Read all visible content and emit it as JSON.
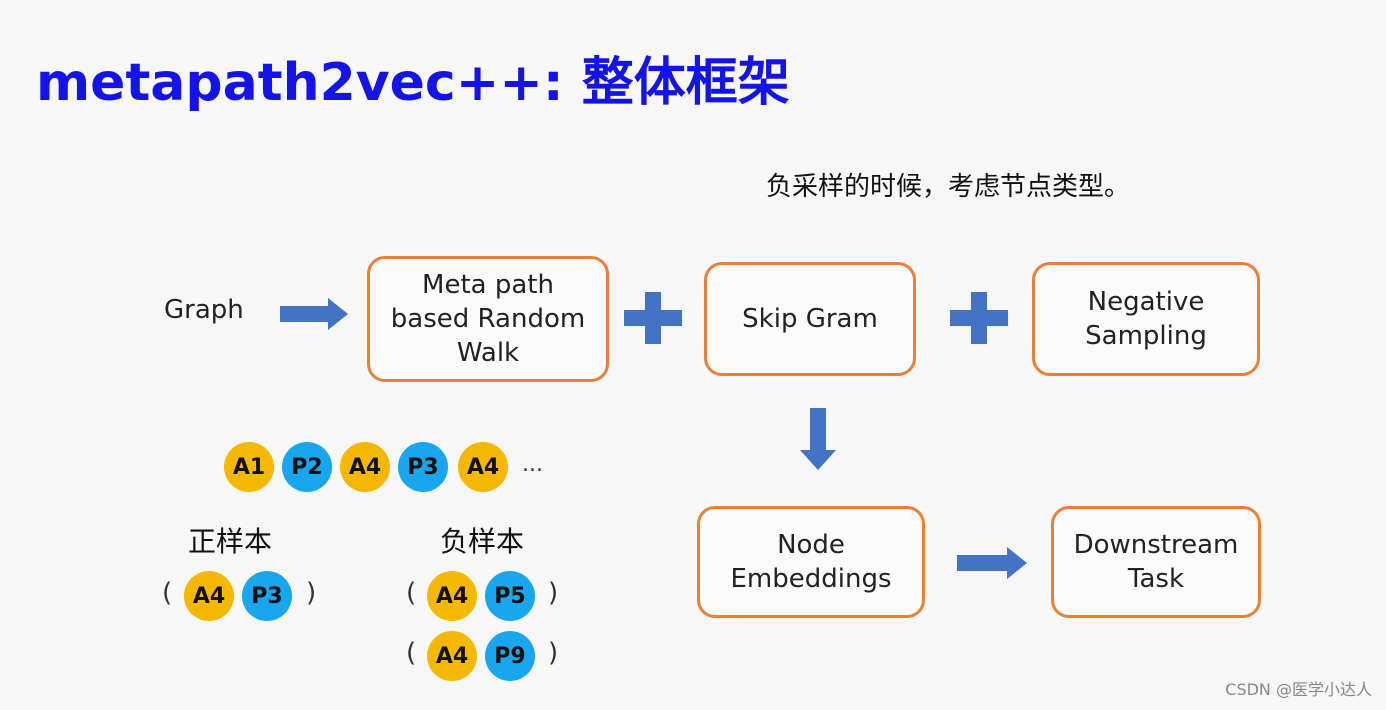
{
  "title": "metapath2vec++: 整体框架",
  "note": "负采样的时候，考虑节点类型。",
  "graph_label": "Graph",
  "boxes": {
    "random_walk": "Meta path\nbased Random\nWalk",
    "skip_gram": "Skip Gram",
    "negative_sampling": "Negative\nSampling",
    "node_embeddings": "Node\nEmbeddings",
    "downstream_task": "Downstream\nTask"
  },
  "sequence": [
    "A1",
    "P2",
    "A4",
    "P3",
    "A4"
  ],
  "sequence_ellipsis": "...",
  "positive": {
    "label": "正样本",
    "pair": [
      "A4",
      "P3"
    ]
  },
  "negative": {
    "label": "负样本",
    "pairs": [
      [
        "A4",
        "P5"
      ],
      [
        "A4",
        "P9"
      ]
    ]
  },
  "paren_open": "(",
  "paren_close": ")",
  "watermark": "CSDN @医学小达人",
  "colors": {
    "title": "#1414e6",
    "box_border": "#e8803a",
    "arrow": "#4472c4",
    "author_node": "#f5b800",
    "paper_node": "#1aa6ee"
  }
}
